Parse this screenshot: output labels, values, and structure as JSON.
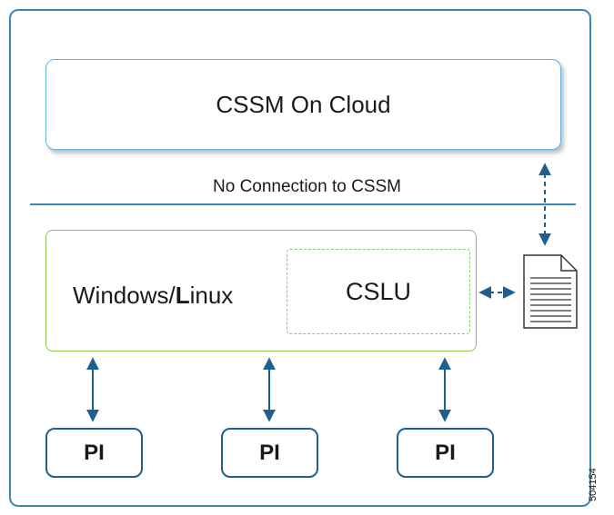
{
  "cloud": {
    "label": "CSSM On Cloud"
  },
  "divider": {
    "label": "No Connection to CSSM"
  },
  "host": {
    "label_prefix": "Windows/",
    "label_bold": "L",
    "label_suffix": "inux"
  },
  "cslu": {
    "label": "CSLU"
  },
  "pis": [
    {
      "label": "PI"
    },
    {
      "label": "PI"
    },
    {
      "label": "PI"
    }
  ],
  "colors": {
    "outer_border": "#3a87b8",
    "cloud_border": "#5fb3e6",
    "host_border": "#8bc34a",
    "cslu_border": "#7fcf6a",
    "pi_border": "#1f5f8f",
    "arrow": "#1f5f8f"
  },
  "icons": {
    "document": "document-icon",
    "figure_id": "504154"
  }
}
